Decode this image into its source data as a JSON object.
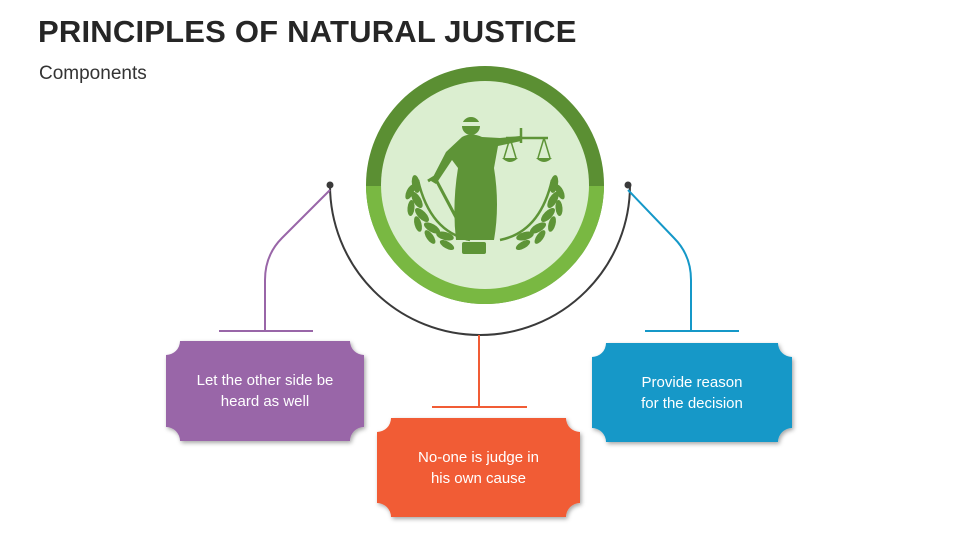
{
  "title": "PRINCIPLES OF NATURAL JUSTICE",
  "subtitle": "Components",
  "center_icon": "lady-justice-icon",
  "colors": {
    "ring_outer": "#5b8f33",
    "ring_lower": "#79b842",
    "ring_inner": "#dbeed0",
    "figure": "#5e9437",
    "purple": "#9966a8",
    "red": "#f15c35",
    "blue": "#1598c8"
  },
  "boxes": [
    {
      "id": "left",
      "text": "Let the other side be\nheard as well"
    },
    {
      "id": "bottom",
      "text": "No-one is judge in\nhis own cause"
    },
    {
      "id": "right",
      "text": "Provide reason\nfor the decision"
    }
  ]
}
